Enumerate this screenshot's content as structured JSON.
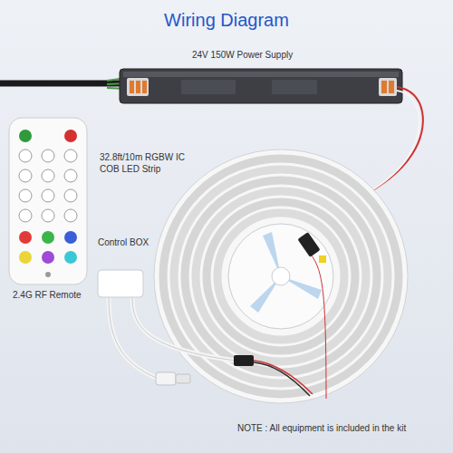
{
  "diagram": {
    "title": "Wiring Diagram",
    "labels": [
      "24V 150W Power Supply",
      "32.8ft/10m RGBW IC COB LED Strip",
      "Control BOX",
      "2.4G RF Remote",
      "NOTE : All equipment is included in the kit"
    ]
  }
}
